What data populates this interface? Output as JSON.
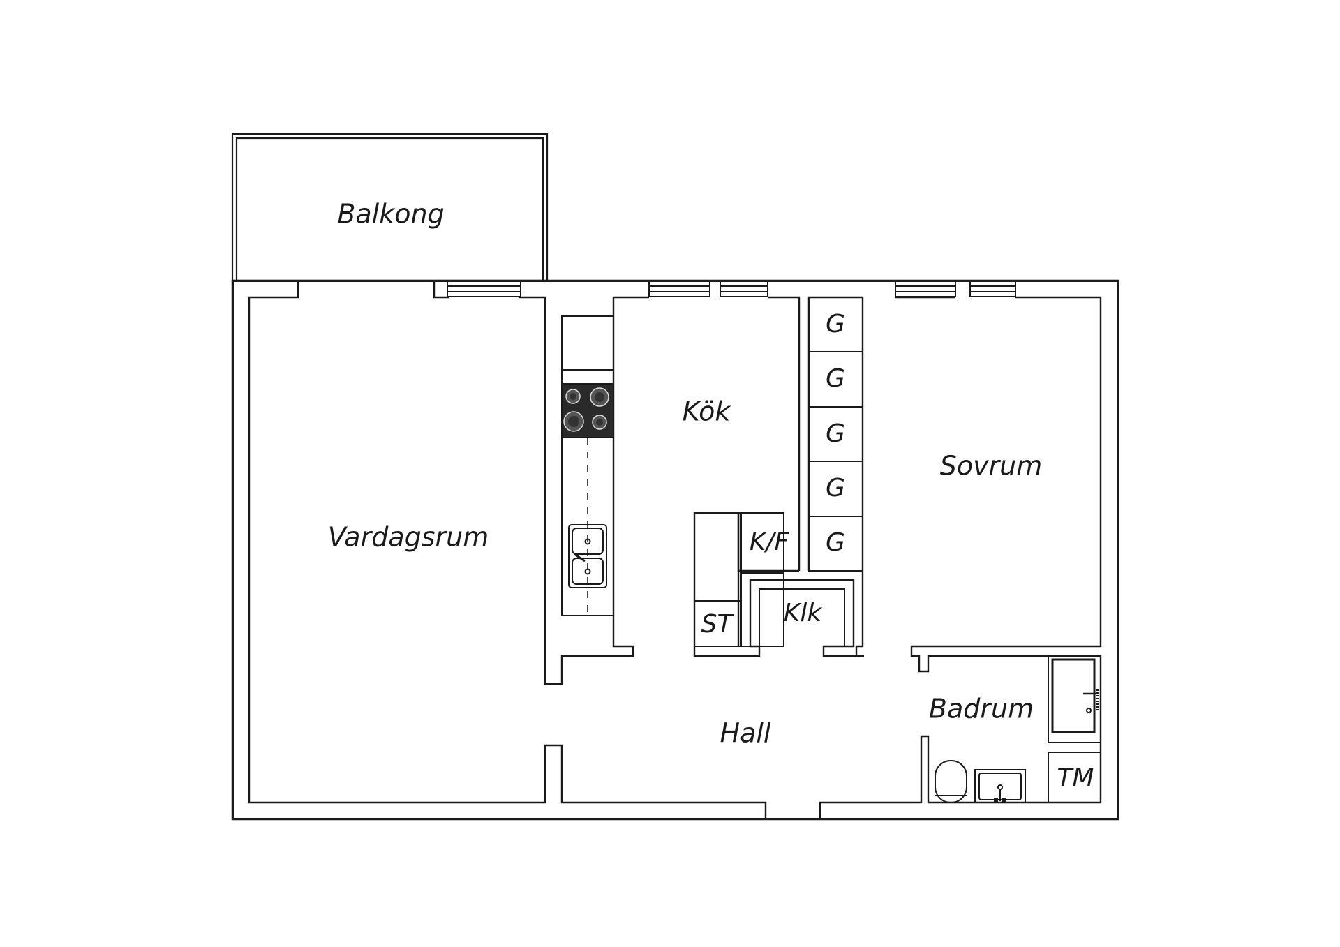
{
  "rooms": {
    "balkong": "Balkong",
    "vardagsrum": "Vardagsrum",
    "kok": "Kök",
    "sovrum": "Sovrum",
    "hall": "Hall",
    "badrum": "Badrum"
  },
  "fixtures": {
    "kf": "K/F",
    "st": "ST",
    "klk": "Klk",
    "tm": "TM",
    "g": [
      "G",
      "G",
      "G",
      "G",
      "G"
    ]
  }
}
